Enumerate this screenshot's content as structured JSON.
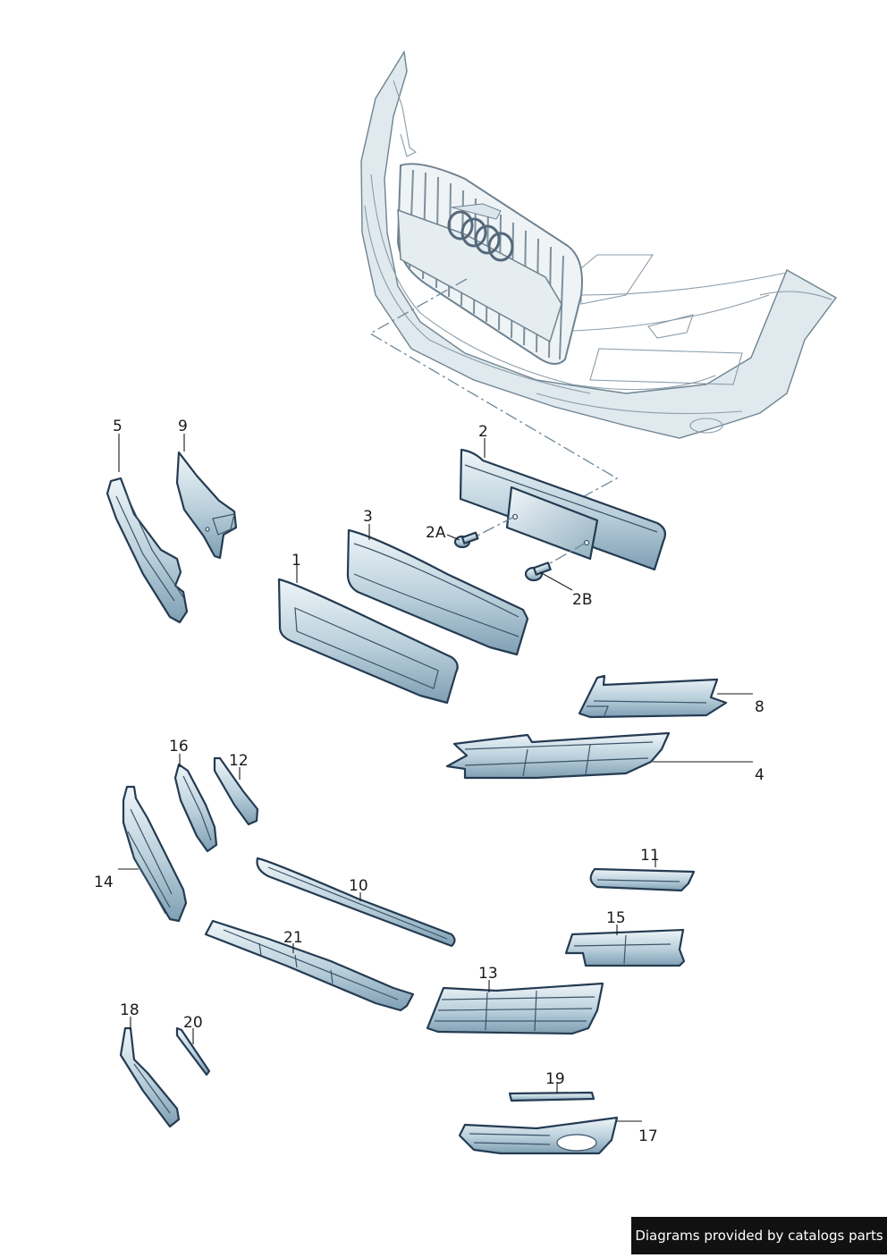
{
  "labels": {
    "l1": "1",
    "l2": "2",
    "l2A": "2A",
    "l2B": "2B",
    "l3": "3",
    "l4": "4",
    "l5": "5",
    "l8": "8",
    "l9": "9",
    "l10": "10",
    "l11": "11",
    "l12": "12",
    "l13": "13",
    "l14": "14",
    "l15": "15",
    "l16": "16",
    "l17": "17",
    "l18": "18",
    "l19": "19",
    "l20": "20",
    "l21": "21"
  },
  "footer": {
    "text": "Diagrams provided by catalogs parts"
  },
  "colors": {
    "part_light": "#e4eef3",
    "part_dark": "#8aa8ba",
    "outline": "#243b52",
    "bumper": "#dfe9ee"
  }
}
